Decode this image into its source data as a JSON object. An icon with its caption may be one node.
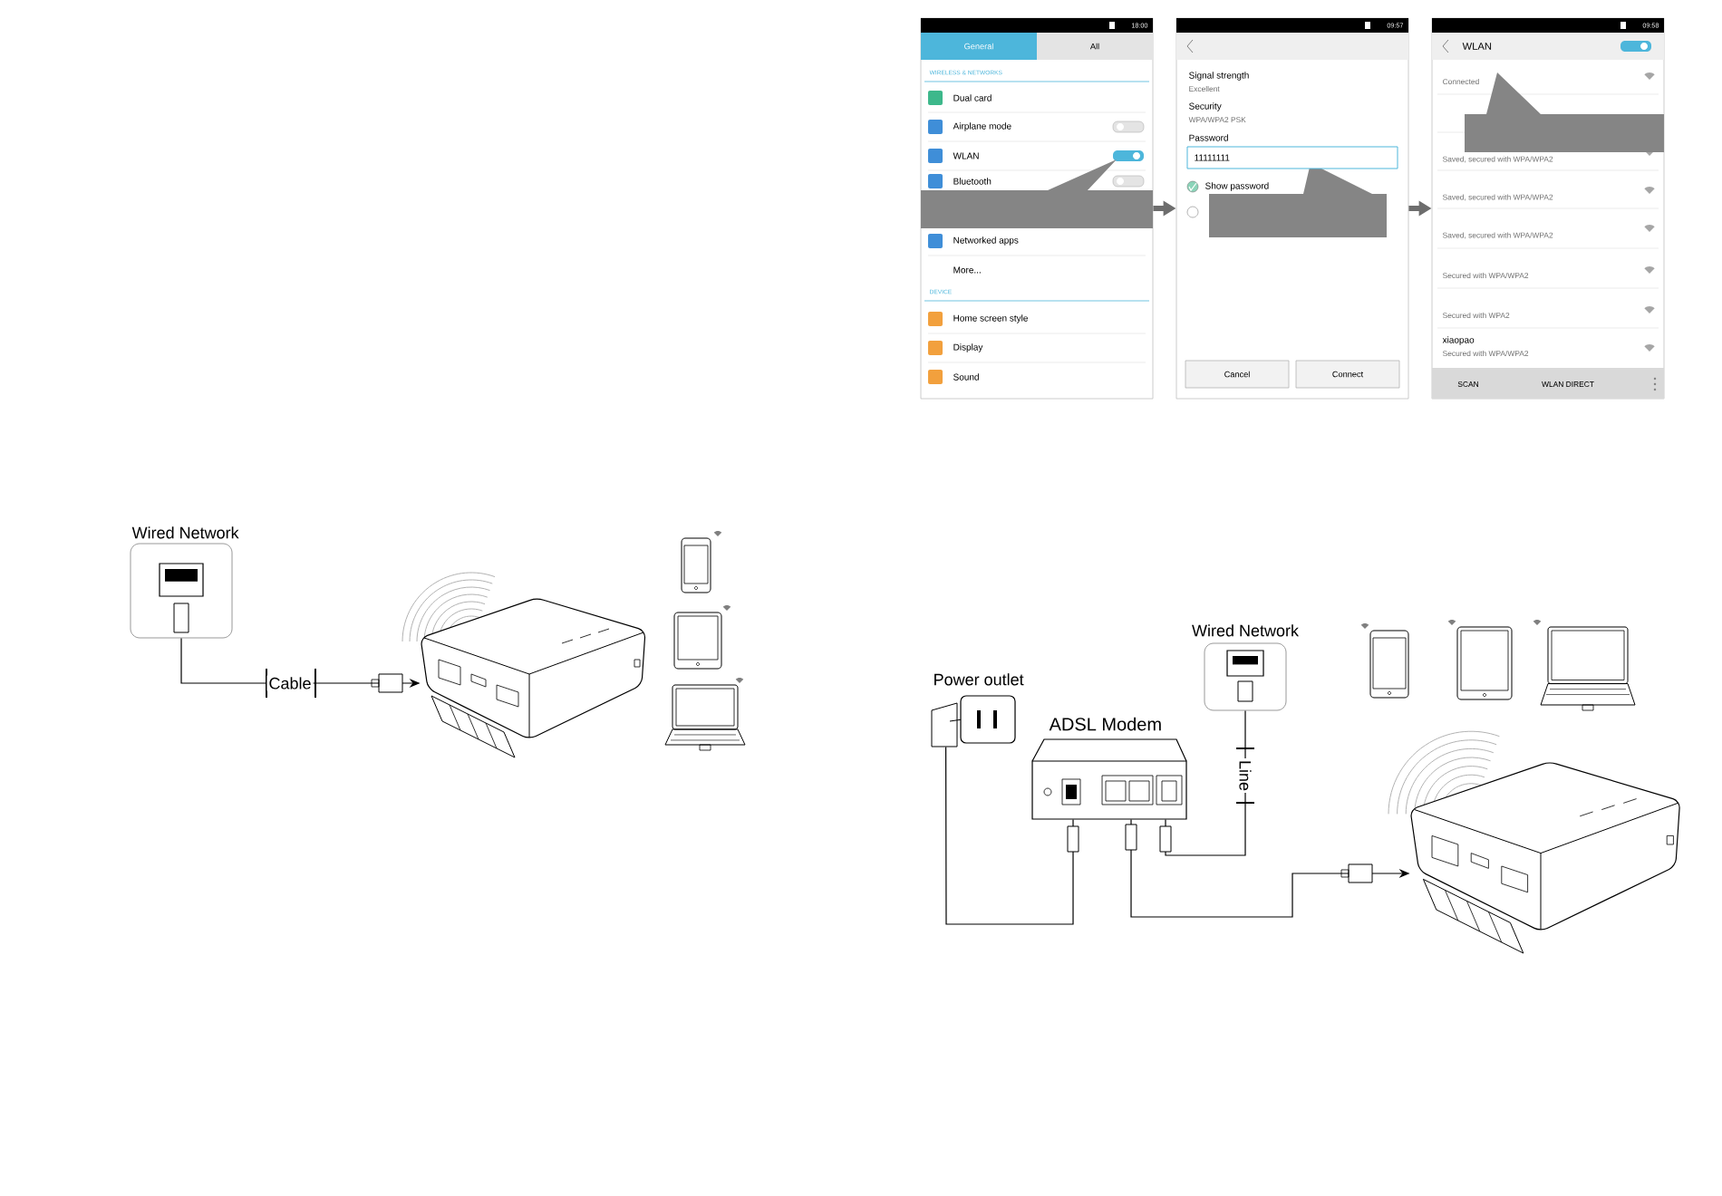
{
  "diagram": {
    "nodes": [
      {
        "text": [
          "18:00",
          "General",
          "All",
          "WIRELESS & NETWORKS",
          "Dual card",
          "Airplane mode",
          "WLAN",
          "Bluetooth",
          "Networked apps",
          "More...",
          "DEVICE",
          "Home screen style",
          "Display",
          "Sound"
        ]
      },
      {
        "text": [
          "09:57",
          "Signal strength",
          "Excellent",
          "Security",
          "WPA/WPA2 PSK",
          "Password",
          "11111111",
          "Show password",
          "Cancel",
          "Connect"
        ]
      },
      {
        "text": [
          "09:58",
          "WLAN",
          "Connected",
          "Saved, secured with WPA/WPA2",
          "Saved, secured with WPA/WPA2",
          "Saved, secured with WPA/WPA2",
          "Secured with WPA/WPA2",
          "Secured with WPA2",
          "xiaopao",
          "Secured with WPA/WPA2",
          "SCAN",
          "WLAN DIRECT"
        ]
      },
      {
        "text": [
          "Wired Network"
        ]
      },
      {
        "text": [],
        "shape": "picture"
      },
      {
        "text": [
          "Power outlet"
        ]
      },
      {
        "text": [
          "Wired Network"
        ]
      },
      {
        "text": [
          "ADSL Modem"
        ]
      },
      {
        "text": [],
        "shape": "picture"
      }
    ],
    "edges": [
      {
        "from": 0,
        "to": 1,
        "arrow": "to",
        "style": "thick",
        "color": "#6d6d6d"
      },
      {
        "from": 1,
        "to": 2,
        "arrow": "to",
        "style": "thick",
        "color": "#6d6d6d"
      },
      {
        "from": 3,
        "to": 4,
        "arrow": "to",
        "label": "Cable"
      },
      {
        "from": 5,
        "to": 7,
        "arrow": "none"
      },
      {
        "from": 6,
        "to": 7,
        "arrow": "none",
        "label": "Line"
      },
      {
        "from": 7,
        "to": 8,
        "arrow": "to"
      }
    ]
  }
}
